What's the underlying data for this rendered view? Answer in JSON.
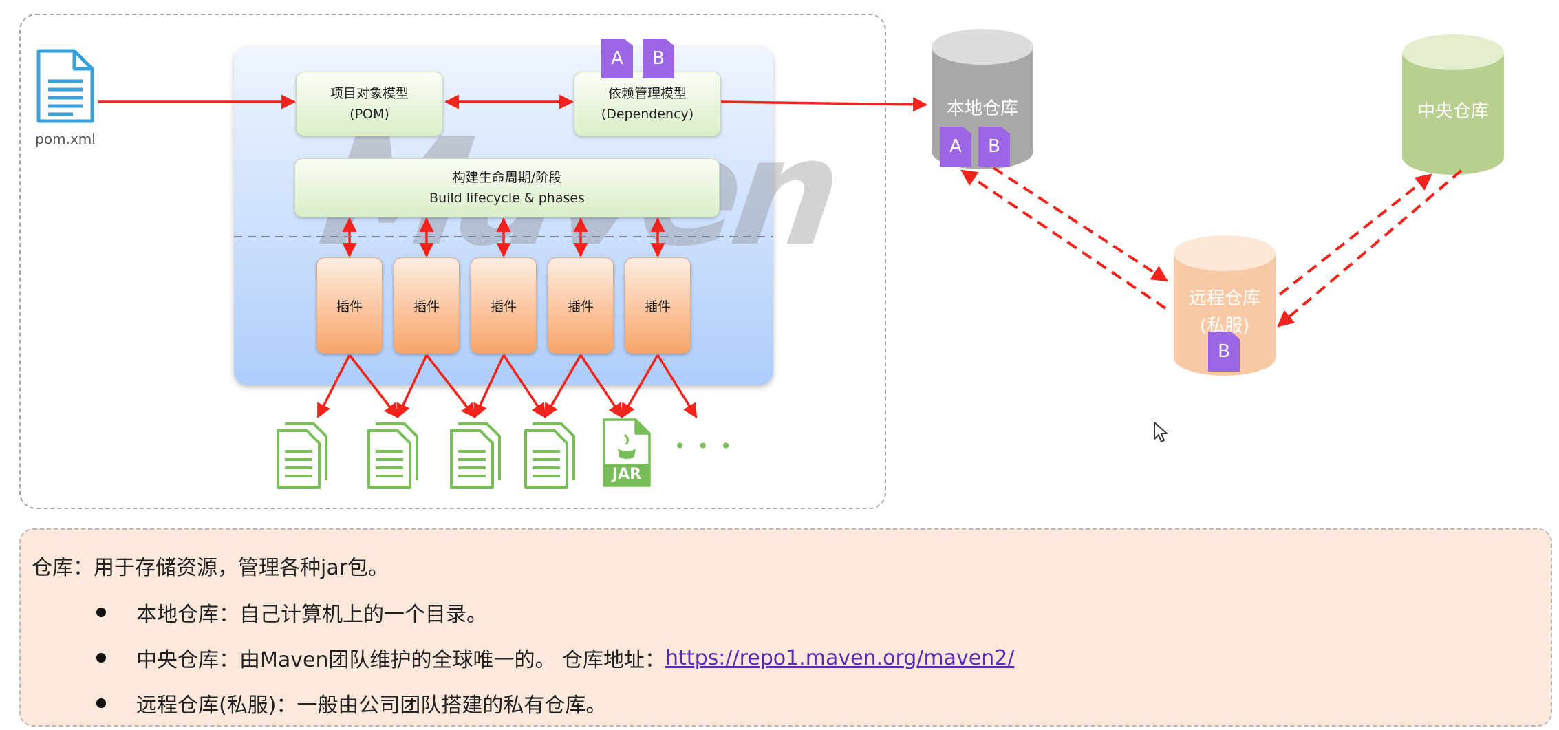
{
  "diagram": {
    "pom_file_label": "pom.xml",
    "pom_box": {
      "line1": "项目对象模型",
      "line2": "(POM)"
    },
    "dependency_box": {
      "line1": "依赖管理模型",
      "line2": "(Dependency)"
    },
    "lifecycle_box": {
      "line1": "构建生命周期/阶段",
      "line2": "Build lifecycle & phases"
    },
    "plugins": [
      "插件",
      "插件",
      "插件",
      "插件",
      "插件"
    ],
    "watermark": "Maven",
    "dependency_badges": [
      "A",
      "B"
    ],
    "jar_label": "JAR",
    "ellipsis": "• • •"
  },
  "repositories": {
    "local": {
      "label": "本地仓库",
      "badges": [
        "A",
        "B"
      ]
    },
    "central": {
      "label": "中央仓库"
    },
    "remote": {
      "line1": "远程仓库",
      "line2": "(私服)",
      "badge": "B"
    }
  },
  "info": {
    "heading": "仓库：用于存储资源，管理各种jar包。",
    "bullets": [
      {
        "text": "本地仓库：自己计算机上的一个目录。"
      },
      {
        "text": "中央仓库：由Maven团队维护的全球唯一的。 仓库地址：",
        "link": "https://repo1.maven.org/maven2/"
      },
      {
        "text": "远程仓库(私服)：一般由公司团队搭建的私有仓库。"
      }
    ]
  },
  "colors": {
    "arrow": "#f2231b",
    "local_repo": "#a8a8a8",
    "central_repo": "#b9cf90",
    "remote_repo": "#f9c9a6",
    "badge": "#9b66e3"
  }
}
